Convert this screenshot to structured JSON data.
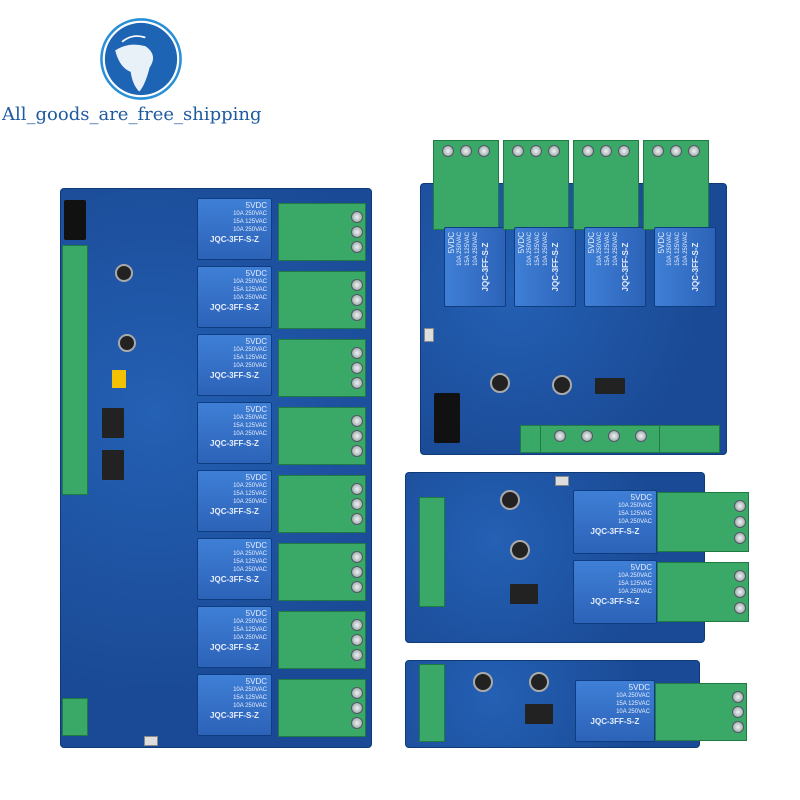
{
  "brand": {
    "text": "All_goods_are_free_shipping",
    "logo": "globe-icon",
    "color": "#1e5aa0"
  },
  "relay_label": {
    "voltage": "5VDC",
    "ratings": [
      "10A 250VAC",
      "15A 125VAC",
      "10A 250VAC"
    ],
    "model": "JQC-3FF-S-Z"
  },
  "boards": [
    {
      "name": "8-channel",
      "relays": 8
    },
    {
      "name": "4-channel",
      "relays": 4
    },
    {
      "name": "2-channel",
      "relays": 2
    },
    {
      "name": "1-channel",
      "relays": 1
    }
  ],
  "colors": {
    "pcb": "#1c4f9e",
    "terminal": "#3aa866",
    "relay": "#2f6cc2"
  }
}
